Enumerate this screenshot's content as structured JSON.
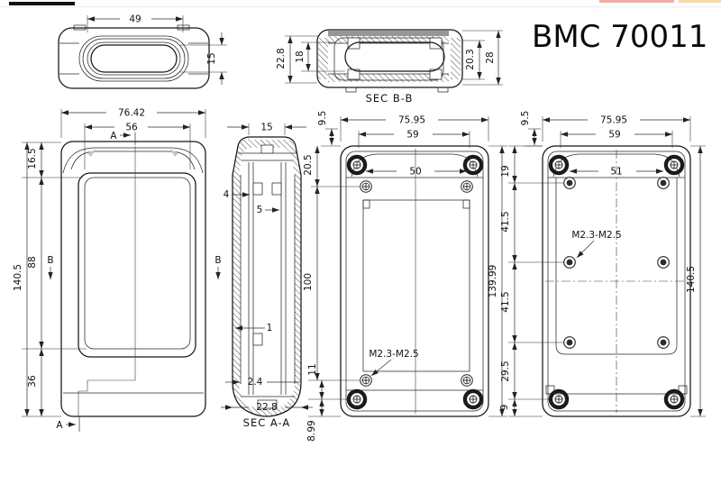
{
  "page": {
    "background": "#ffffff",
    "line_color": "#1a1a1a",
    "accent_bars": [
      {
        "name": "black-bar",
        "color": "#111111"
      },
      {
        "name": "salmon-bar",
        "color": "#f5aaa2"
      },
      {
        "name": "orange-bar",
        "color": "#fbd7a0"
      }
    ]
  },
  "title": "BMC 70011",
  "views": {
    "top_view": {
      "opening_width": "49",
      "opening_height": "15"
    },
    "section_bb": {
      "label": "SEC B-B",
      "outer_height": "22.8",
      "inner_height": "18",
      "cavity_depth": "20.3",
      "total_height": "28"
    },
    "front_view": {
      "overall_width": "76.42",
      "window_width": "56",
      "top_offset": "16.5",
      "window_height": "88",
      "bottom_offset": "36",
      "overall_height": "140.5",
      "section_marker_a": "A",
      "section_marker_b": "B"
    },
    "section_aa": {
      "label": "SEC A-A",
      "top_width": "15",
      "callout_4": "4",
      "callout_5": "5",
      "callout_1": "1",
      "wall_thickness": "2.4",
      "bottom_width": "22.8"
    },
    "base_view": {
      "corner_offset": "9.5",
      "overall_width": "75.95",
      "inner_width": "59",
      "hole_span": "50",
      "top_to_holes": "20.5",
      "hole_pitch": "100",
      "hole_gap": "11",
      "edge_gap": "8.99",
      "overall_height": "139.99",
      "thread_callout": "M2.3-M2.5"
    },
    "lid_view": {
      "corner_offset": "9.5",
      "overall_width": "75.95",
      "inner_width": "59",
      "hole_span": "51",
      "seg_1": "19",
      "seg_2": "41.5",
      "seg_3": "41.5",
      "seg_4": "29.5",
      "seg_5": "9",
      "overall_height": "140.5",
      "thread_callout": "M2.3-M2.5"
    }
  }
}
